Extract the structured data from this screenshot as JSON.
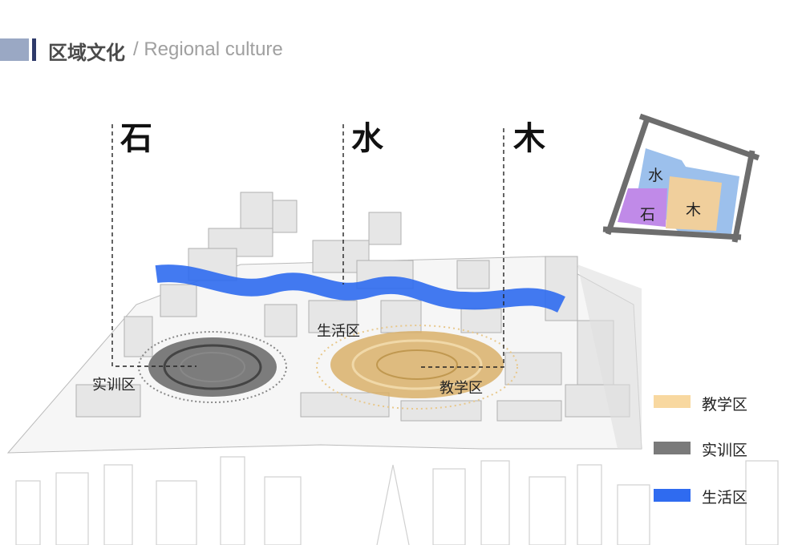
{
  "header": {
    "title": "区域文化",
    "subtitle": "/ Regional culture"
  },
  "elements": {
    "stone": "石",
    "water": "水",
    "wood": "木"
  },
  "zones": {
    "living": "生活区",
    "training": "实训区",
    "teaching": "教学区"
  },
  "mini_map": {
    "water": "水",
    "stone": "石",
    "wood": "木"
  },
  "legend": [
    {
      "label": "教学区",
      "color": "#f8d8a0"
    },
    {
      "label": "实训区",
      "color": "#7a7a7a"
    },
    {
      "label": "生活区",
      "color": "#2f6bf0"
    }
  ],
  "colors": {
    "accent": "#2e3a6a",
    "water": "#2f6bf0",
    "teaching": "#d9b06a",
    "training": "#555555",
    "stone_zone": "#c08ae8",
    "wood_zone": "#f0cf9c",
    "water_zone": "#9cc0ec"
  }
}
